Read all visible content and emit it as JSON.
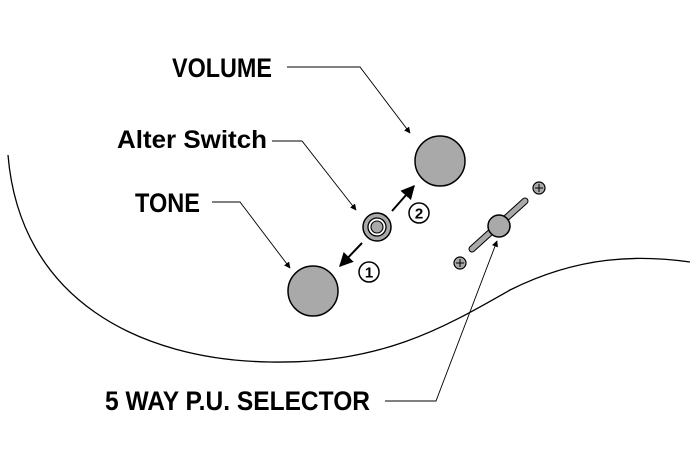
{
  "labels": {
    "volume": "VOLUME",
    "alter_switch": "Alter Switch",
    "tone": "TONE",
    "selector": "5 WAY P.U. SELECTOR"
  },
  "markers": {
    "one": "1",
    "two": "2"
  },
  "icons": {
    "volume_knob": "circle-knob-icon",
    "tone_knob": "circle-knob-icon",
    "alter_switch": "push-switch-icon",
    "selector_screw": "screw-icon",
    "selector_tip": "lever-tip-icon"
  },
  "colors": {
    "knob_fill": "#a9a9a9",
    "outline": "#000000",
    "background": "#ffffff"
  }
}
